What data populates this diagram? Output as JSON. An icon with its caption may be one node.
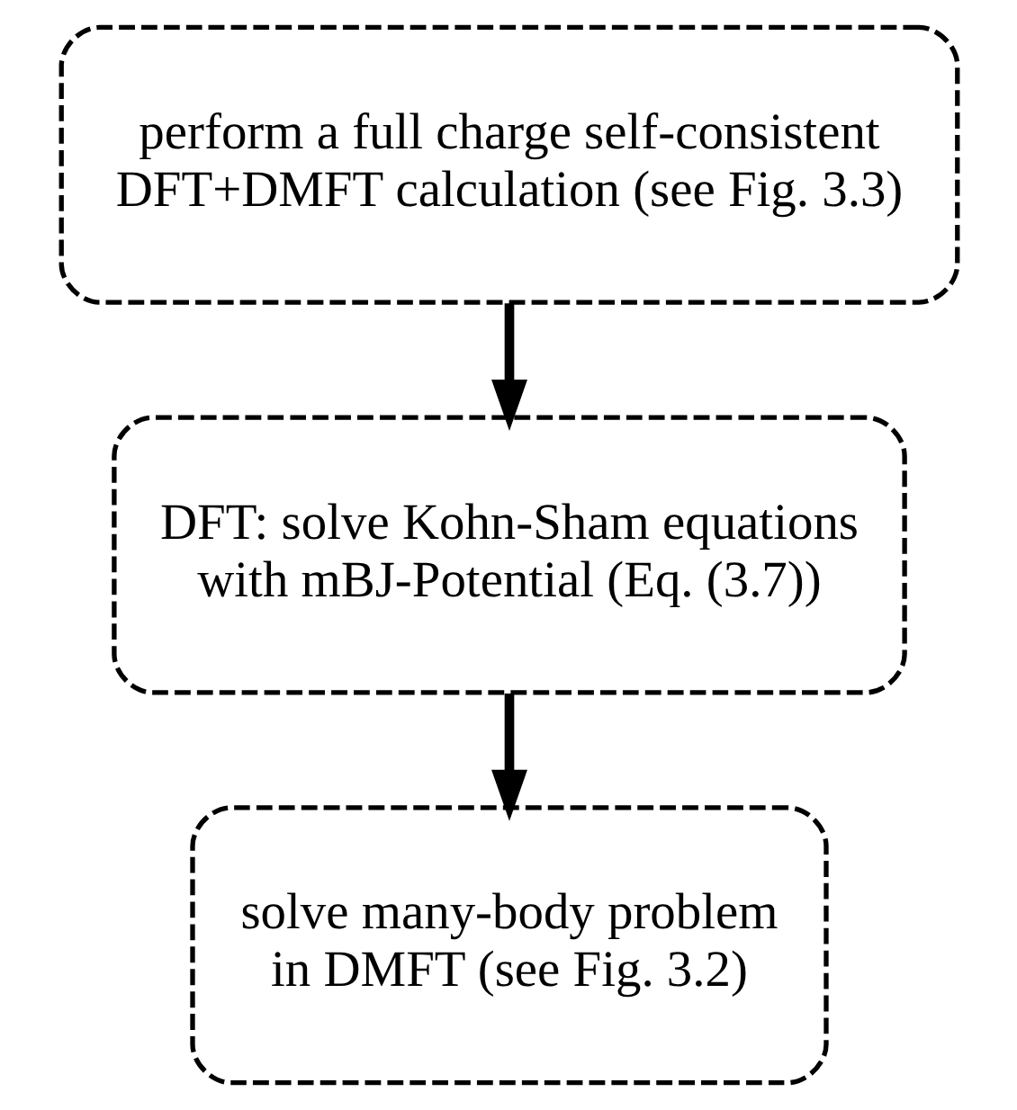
{
  "diagram": {
    "nodes": [
      {
        "text": [
          "perform a full charge self-consistent DFT+DMFT calculation (see Fig. 3.3)"
        ]
      },
      {
        "text": [
          "DFT: solve Kohn-Sham equations with mBJ-Potential (Eq. (3.7))"
        ]
      },
      {
        "text": [
          "solve many-body problem in DMFT (see Fig. 3.2)"
        ]
      }
    ],
    "edges": [
      {
        "from": 0,
        "to": 1,
        "arrow": "to"
      },
      {
        "from": 1,
        "to": 2,
        "arrow": "to"
      }
    ]
  }
}
